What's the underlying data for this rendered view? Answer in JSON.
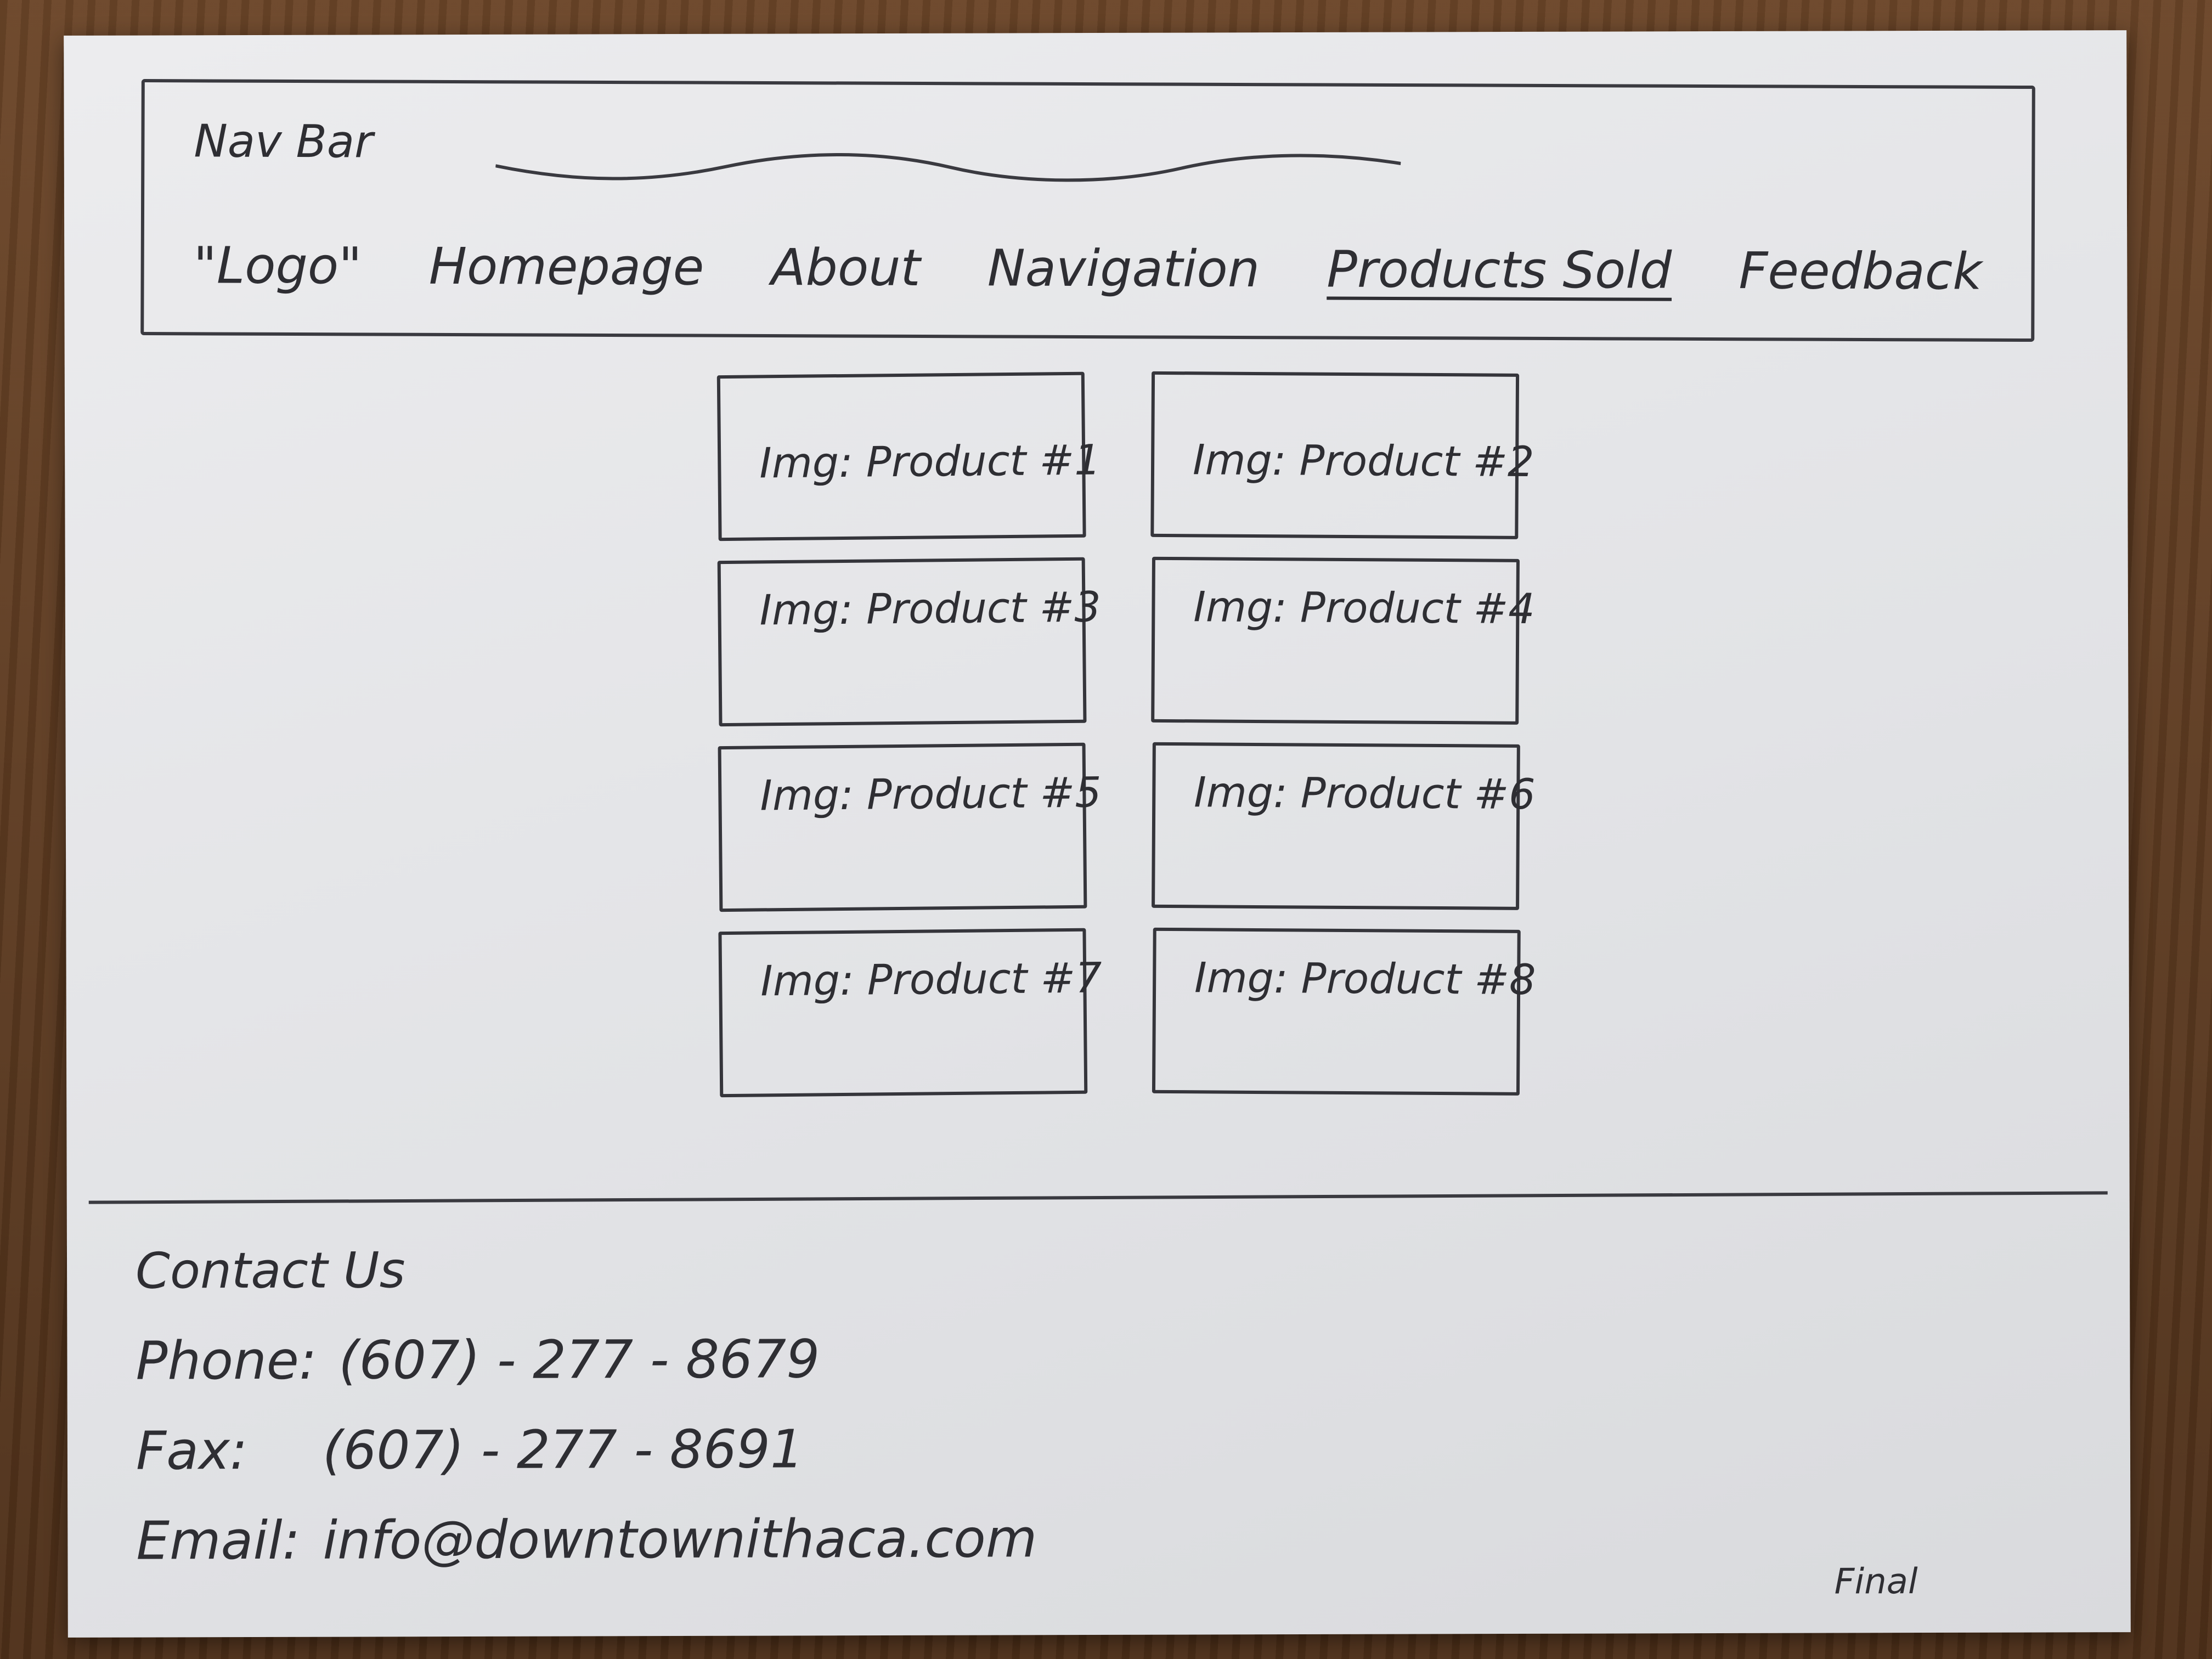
{
  "nav": {
    "title": "Nav Bar",
    "items": [
      {
        "label": "\"Logo\""
      },
      {
        "label": "Homepage"
      },
      {
        "label": "About"
      },
      {
        "label": "Navigation"
      },
      {
        "label": "Products Sold",
        "active": true
      },
      {
        "label": "Feedback"
      }
    ]
  },
  "products": [
    {
      "label": "Img: Product #1"
    },
    {
      "label": "Img: Product #2"
    },
    {
      "label": "Img: Product #3"
    },
    {
      "label": "Img: Product #4"
    },
    {
      "label": "Img: Product #5"
    },
    {
      "label": "Img: Product #6"
    },
    {
      "label": "Img: Product #7"
    },
    {
      "label": "Img: Product #8"
    }
  ],
  "footer": {
    "title": "Contact Us",
    "phone_label": "Phone:",
    "phone": "(607) - 277 - 8679",
    "fax_label": "Fax:",
    "fax": "(607) - 277 - 8691",
    "email_label": "Email:",
    "email": "info@downtownithaca.com"
  },
  "note": "Final",
  "colors": {
    "paper": "#e6e7ea",
    "pencil": "#2e2e33",
    "table": "#5a3a22"
  }
}
